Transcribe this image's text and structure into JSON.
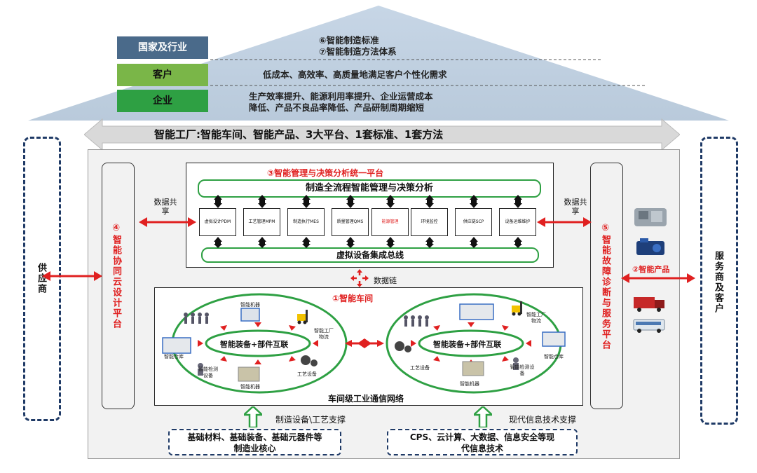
{
  "roof": {
    "label_national": "国家及行业",
    "label_customer": "客户",
    "label_enterprise": "企业",
    "text_national_1": "⑥智能制造标准",
    "text_national_2": "⑦智能制造方法体系",
    "text_customer": "低成本、高效率、高质量地满足客户个性化需求",
    "text_enterprise_1": "生产效率提升、能源利用率提升、企业运营成本",
    "text_enterprise_2": "降低、产品不良品率降低、产品研制周期缩短"
  },
  "banner": "智能工厂:智能车间、智能产品、3大平台、1套标准、1套方法",
  "left_side": "供应商",
  "right_side": "服务商及客户",
  "left_platform": "④智能协同云设计平台",
  "right_platform": "⑤智能故障诊断与服务平台",
  "smart_product": "②智能产品",
  "data_share_left": "数据共享",
  "data_share_right": "数据共享",
  "data_chain": "数据链",
  "top_platform": {
    "title": "③智能管理与决策分析统一平台",
    "bar": "制造全流程智能管理与决策分析",
    "bus": "虚拟设备集成总线",
    "modules": [
      "虚拟设计PDM",
      "工艺管理MPM",
      "制造执行MES",
      "质量管理QMS",
      "能源管理",
      "环境监控",
      "供应链SCP",
      "设备运维维护"
    ]
  },
  "workshop": {
    "title": "①智能车间",
    "center_label": "智能装备+部件互联",
    "network": "车间级工业通信网络",
    "labels_left": [
      "智能机器",
      "智能工厂物流",
      "智能仓库",
      "智能检测设备",
      "工艺设备",
      "智能机器"
    ],
    "labels_right": [
      "智能工厂物流",
      "工艺设备",
      "智能机器",
      "智能检测设备",
      "智能仓库"
    ]
  },
  "support": {
    "left_caption": "制造设备\\工艺支撑",
    "right_caption": "现代信息技术支撑",
    "left_box_1": "基础材料、基础装备、基础元器件等",
    "left_box_2": "制造业核心",
    "right_box_1": "CPS、云计算、大数据、信息安全等现",
    "right_box_2": "代信息技术"
  },
  "colors": {
    "national": "#4a6a8a",
    "customer": "#7ab648",
    "enterprise": "#2ea043",
    "accent_red": "#e02020",
    "dashed_blue": "#1f3a66",
    "green": "#2ea043"
  }
}
